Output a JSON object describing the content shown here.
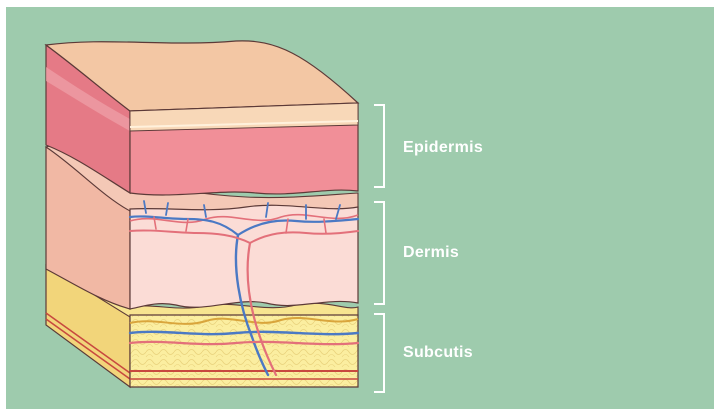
{
  "diagram": {
    "labels": {
      "epidermis": "Epidermis",
      "dermis": "Dermis",
      "subcutis": "Subcutis"
    }
  },
  "colors": {
    "background": "#9ecbad",
    "epidermis_top": "#f3c7a4",
    "epidermis_face": "#f18f98",
    "dermis_face": "#fbdcd6",
    "subcutis_face": "#fbeea0",
    "vein": "#4b79c4",
    "artery": "#e3707a",
    "outline": "#5c3a38",
    "bracket": "#ffffff"
  }
}
